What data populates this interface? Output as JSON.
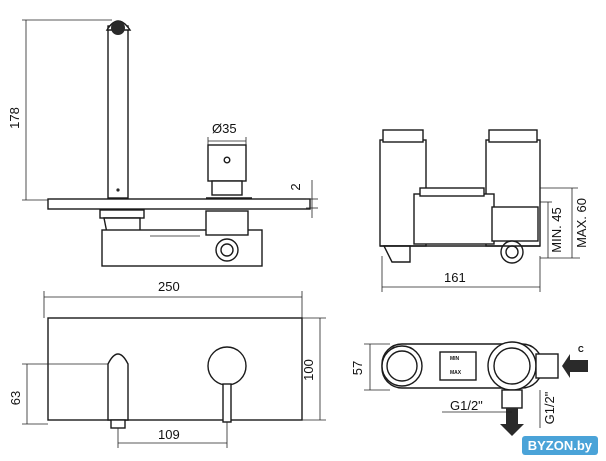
{
  "dimensions": {
    "height_178": "178",
    "diameter_35": "Ø35",
    "thickness_2": "2",
    "width_161": "161",
    "min_45": "MIN. 45",
    "max_60": "MAX. 60",
    "width_250": "250",
    "height_100": "100",
    "height_63": "63",
    "width_109": "109",
    "height_57": "57",
    "thread_g12_a": "G1/2\"",
    "thread_g12_b": "G1/2\""
  },
  "labels": {
    "valve_top": "MIN",
    "valve_bottom": "MAX",
    "inlet": "C"
  },
  "watermark": "BYZON.by"
}
